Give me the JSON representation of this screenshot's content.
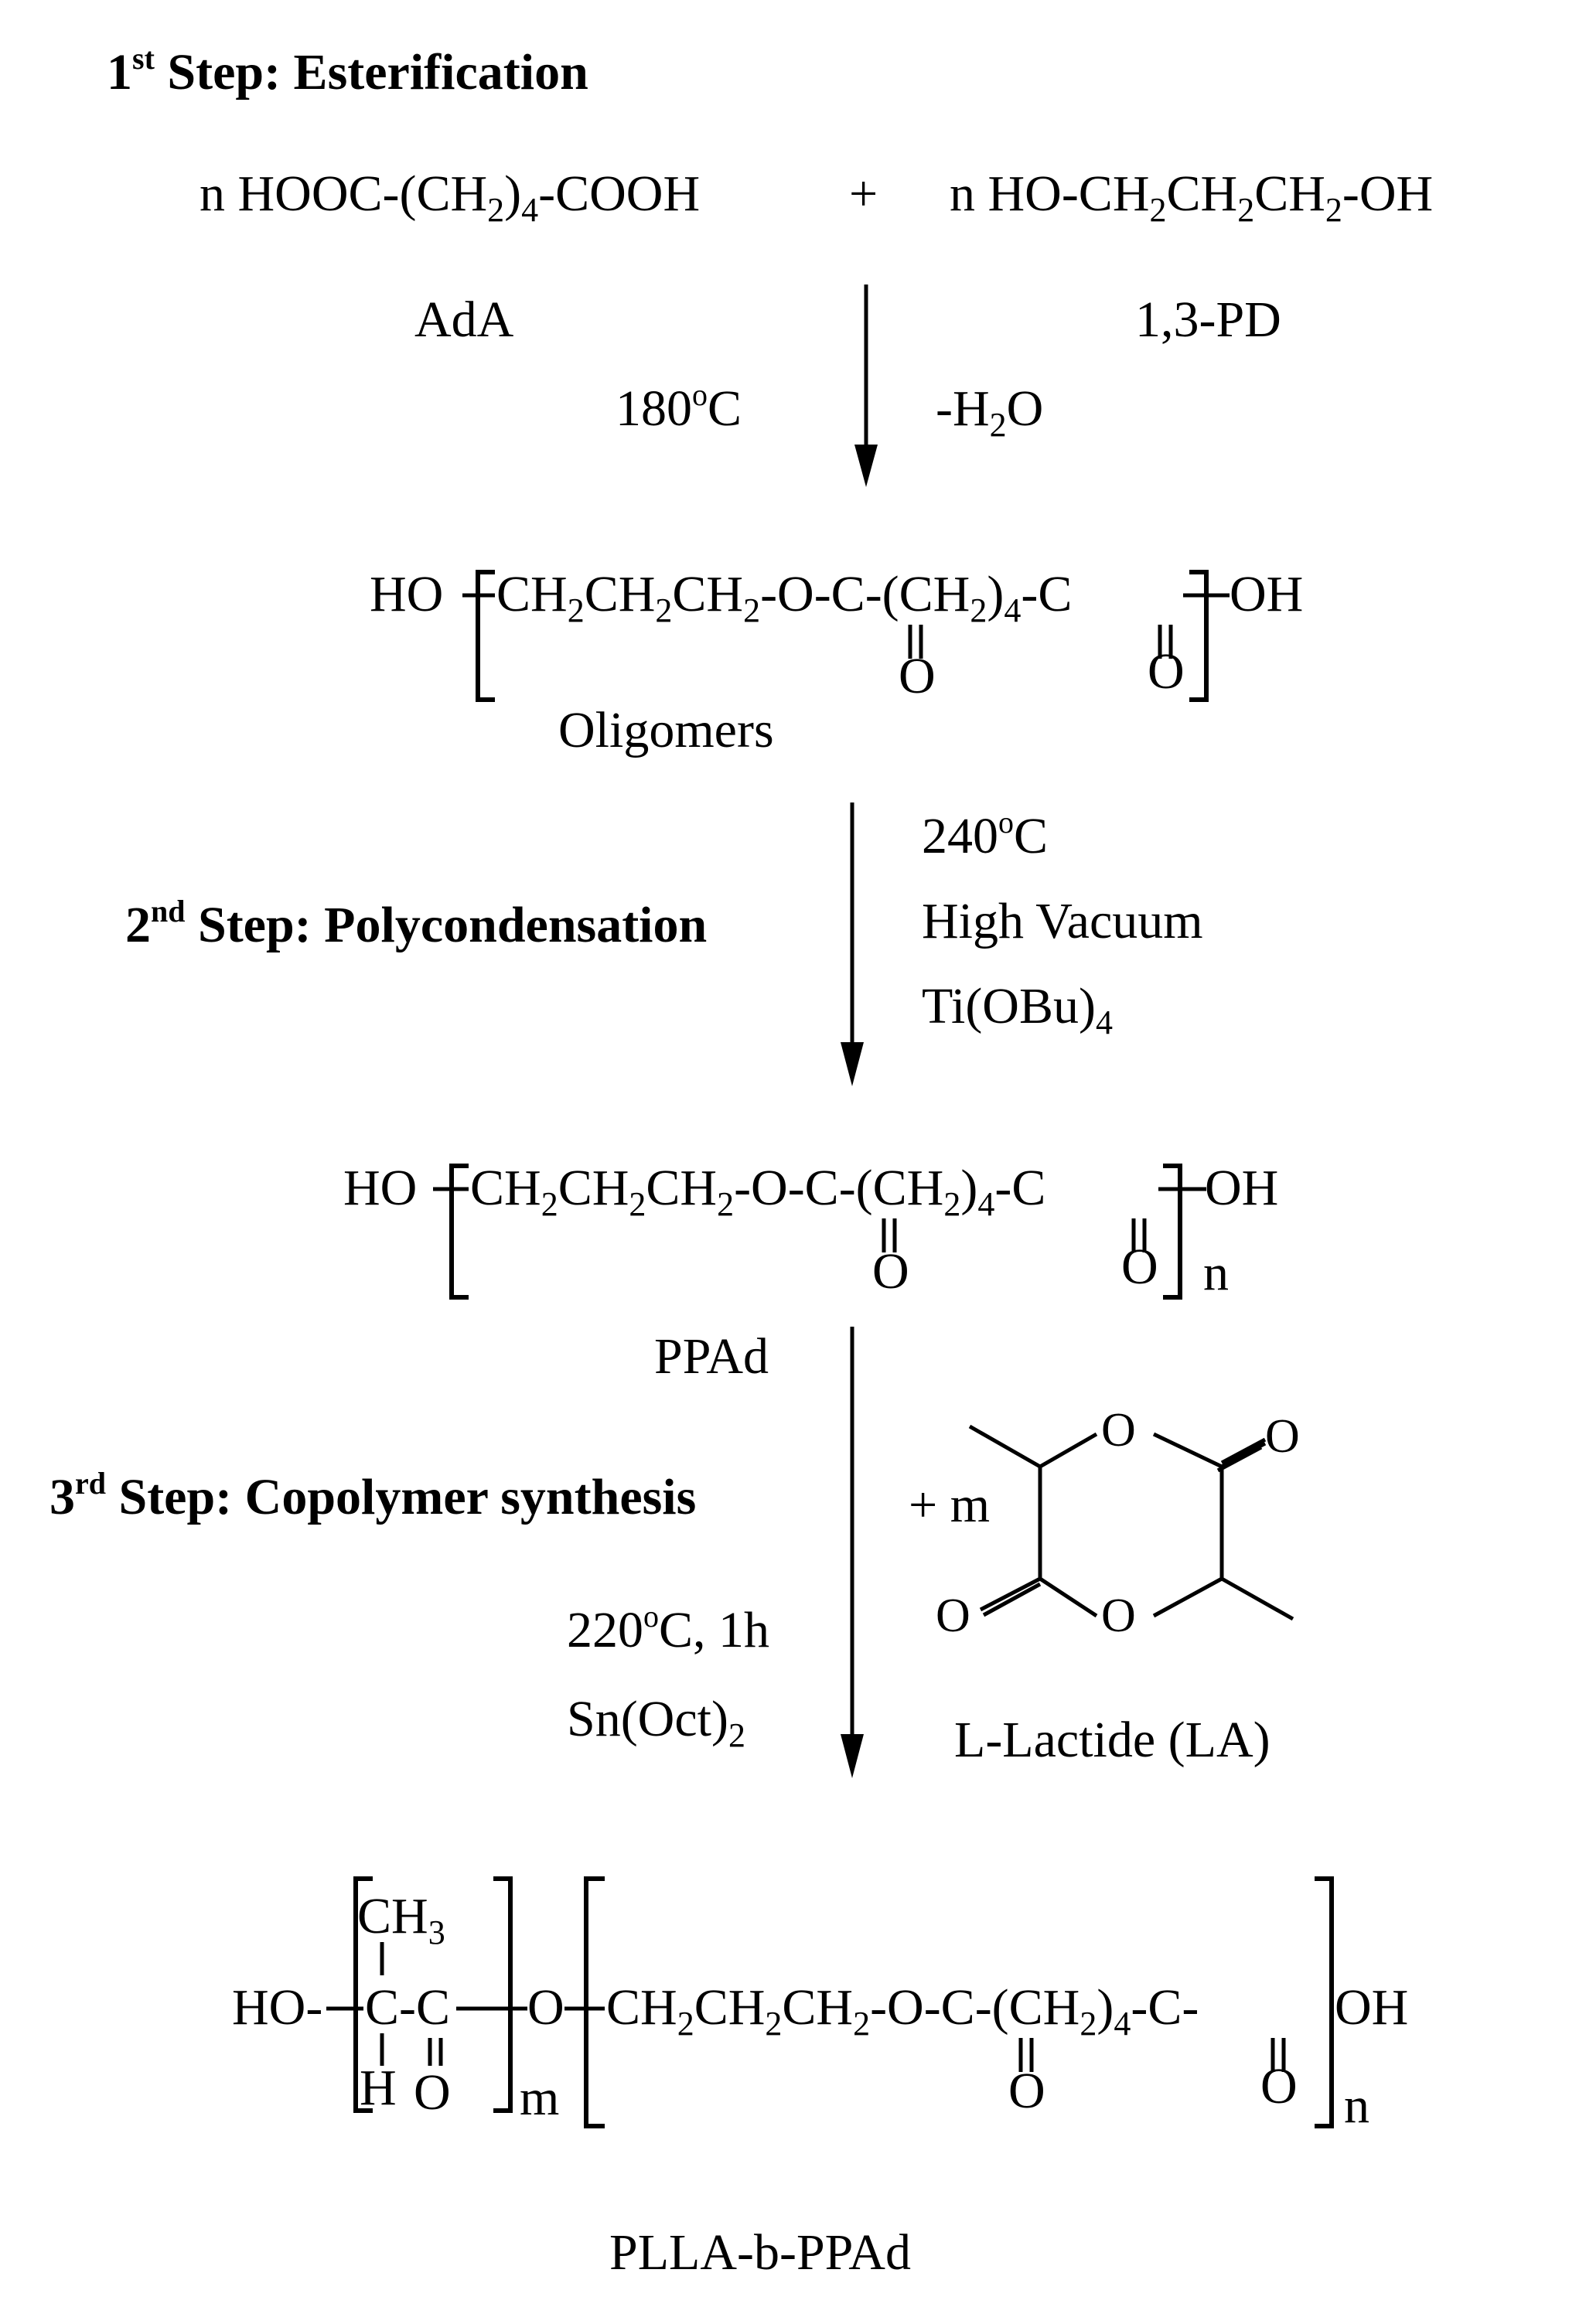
{
  "step1": {
    "num": "1",
    "ord": "st",
    "title": " Step: Esterification",
    "reactant1": {
      "pre": "n HOOC-(CH",
      "s1": "2",
      "mid": ")",
      "s2": "4",
      "post": "-COOH"
    },
    "plus": "+",
    "reactant2": {
      "pre": "n HO-CH",
      "s1": "2",
      "m1": "CH",
      "s2": "2",
      "m2": "CH",
      "s3": "2",
      "post": "-OH"
    },
    "label1": "AdA",
    "label2": "1,3-PD",
    "temp": {
      "num": "180",
      "deg": "o",
      "unit": "C"
    },
    "water": {
      "pre": "-H",
      "sub": "2",
      "post": "O"
    }
  },
  "oligomer": {
    "ho": "HO",
    "chain": {
      "a": "CH",
      "s1": "2",
      "b": "CH",
      "s2": "2",
      "c": "CH",
      "s3": "2",
      "d": "-O-C-(CH",
      "s4": "2",
      "e": ")",
      "s5": "4",
      "f": "-C"
    },
    "oh": "OH",
    "o1": "O",
    "o2": "O",
    "name": "Oligomers"
  },
  "step2": {
    "num": "2",
    "ord": "nd",
    "title": " Step: Polycondensation",
    "temp": {
      "num": "240",
      "deg": "o",
      "unit": "C"
    },
    "vacuum": "High Vacuum",
    "catalyst": {
      "pre": "Ti(OBu)",
      "sub": "4"
    }
  },
  "ppad": {
    "ho": "HO",
    "chain": {
      "a": "CH",
      "s1": "2",
      "b": "CH",
      "s2": "2",
      "c": "CH",
      "s3": "2",
      "d": "-O-C-(CH",
      "s4": "2",
      "e": ")",
      "s5": "4",
      "f": "-C"
    },
    "oh": "OH",
    "o1": "O",
    "o2": "O",
    "n": "n",
    "name": "PPAd"
  },
  "step3": {
    "num": "3",
    "ord": "rd",
    "title": " Step: Copolymer synthesis",
    "plus_m": "+ m",
    "ring_o1": "O",
    "ring_o2": "O",
    "ring_o3": "O",
    "ring_o4": "O",
    "lactide_name": "L-Lactide (LA)",
    "cond": {
      "num": "220",
      "deg": "o",
      "unit": "C, 1h"
    },
    "catalyst": {
      "pre": "Sn(Oct)",
      "sub": "2"
    }
  },
  "product": {
    "ho": "HO-",
    "ch3": {
      "pre": "CH",
      "sub": "3"
    },
    "cc": "C-C",
    "h": "H",
    "o_carbonyl1": "O",
    "m": "m",
    "o_link": "O",
    "chain": {
      "a": "CH",
      "s1": "2",
      "b": "CH",
      "s2": "2",
      "c": "CH",
      "s3": "2",
      "d": "-O-C-(CH",
      "s4": "2",
      "e": ")",
      "s5": "4",
      "f": "-C-"
    },
    "oh": "OH",
    "o2": "O",
    "o3": "O",
    "n": "n",
    "name": "PLLA-b-PPAd"
  }
}
